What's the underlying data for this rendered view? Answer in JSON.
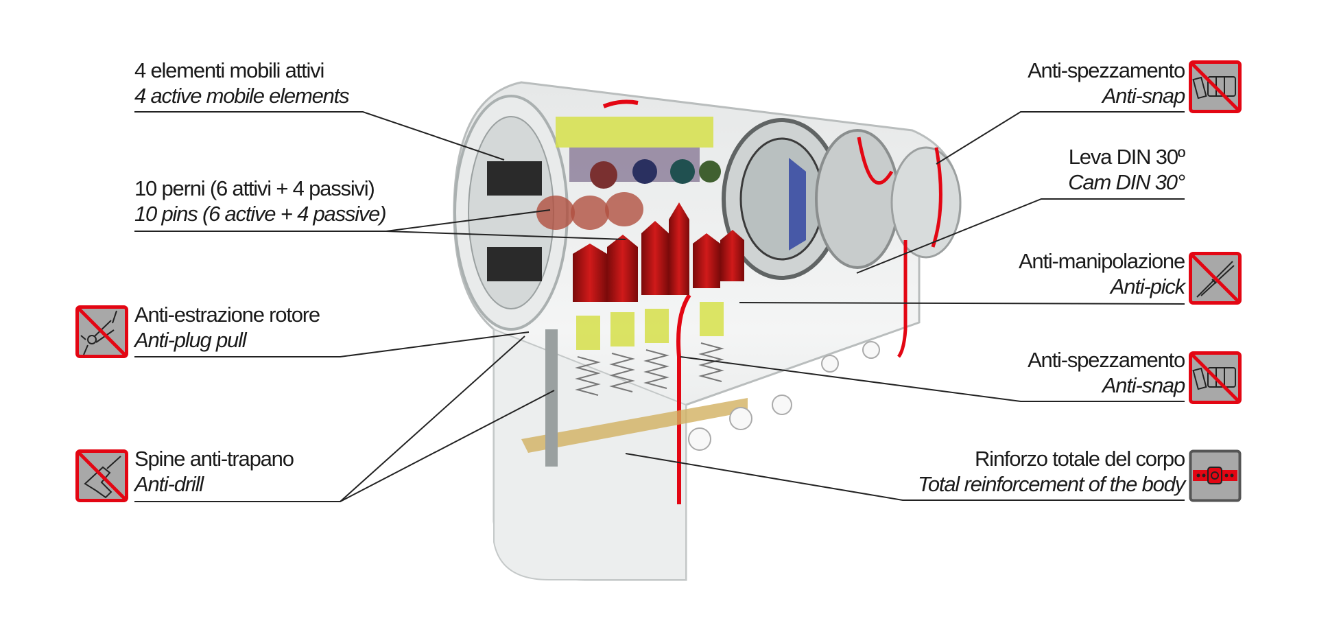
{
  "callouts_left": [
    {
      "it": "4 elementi mobili attivi",
      "en": "4 active mobile elements"
    },
    {
      "it": "10 perni (6 attivi + 4 passivi)",
      "en": "10 pins (6 active + 4 passive)"
    },
    {
      "it": "Anti-estrazione rotore",
      "en": "Anti-plug pull",
      "icon": "anti-plug-pull-icon"
    },
    {
      "it": "Spine anti-trapano",
      "en": "Anti-drill",
      "icon": "anti-drill-icon"
    }
  ],
  "callouts_right": [
    {
      "it": "Anti-spezzamento",
      "en": "Anti-snap",
      "icon": "anti-snap-icon"
    },
    {
      "it": "Leva DIN 30º",
      "en": "Cam DIN 30°"
    },
    {
      "it": "Anti-manipolazione",
      "en": "Anti-pick",
      "icon": "anti-pick-icon"
    },
    {
      "it": "Anti-spezzamento",
      "en": "Anti-snap",
      "icon": "anti-snap-icon"
    },
    {
      "it": "Rinforzo totale del corpo",
      "en": "Total reinforcement of the body",
      "icon": "body-reinforcement-icon"
    }
  ],
  "colors": {
    "red": "#e30613",
    "icon_gray": "#a8a8a8",
    "pin_red": "#b01010",
    "yellow": "#d6e04a"
  }
}
